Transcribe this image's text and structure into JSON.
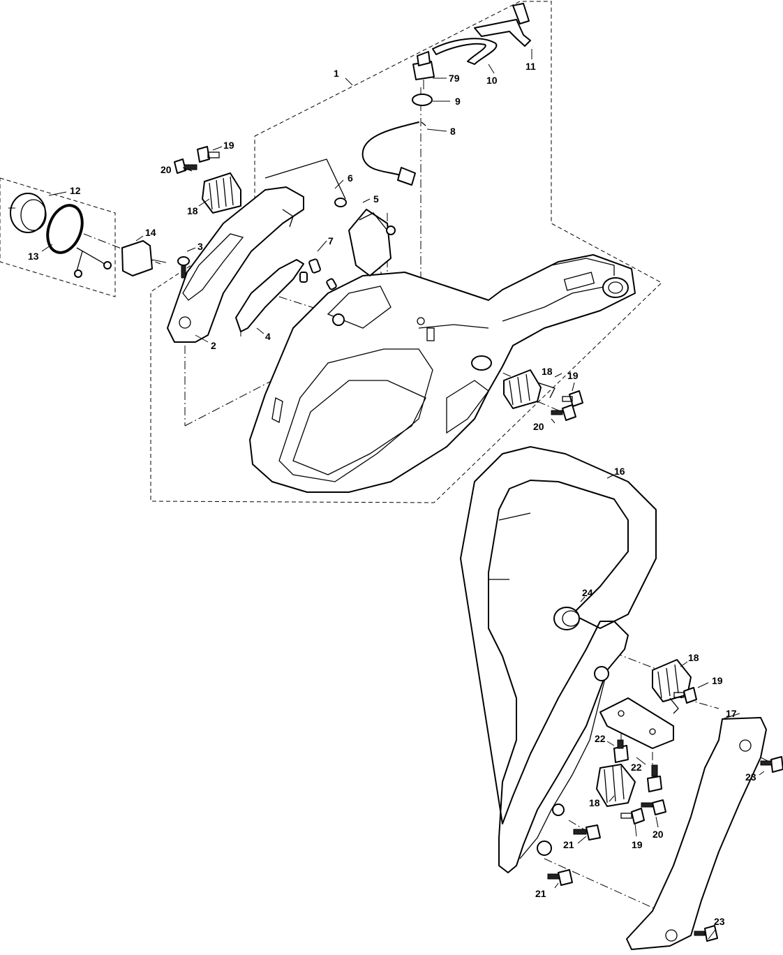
{
  "callouts": [
    "1",
    "2",
    "3",
    "4",
    "5",
    "6",
    "7",
    "8",
    "9",
    "10",
    "11",
    "12",
    "13",
    "14",
    "16",
    "17",
    "18",
    "19",
    "20",
    "21",
    "22",
    "23",
    "24",
    "79"
  ],
  "labels": {
    "p1": "1",
    "p2": "2",
    "p3": "3",
    "p4": "4",
    "p5": "5",
    "p6": "6",
    "p7": "7",
    "p8": "8",
    "p9": "9",
    "p10": "10",
    "p11": "11",
    "p12": "12",
    "p13": "13",
    "p14": "14",
    "p16": "16",
    "p17": "17",
    "p18": "18",
    "p19": "19",
    "p20": "20",
    "p21": "21",
    "p22": "22",
    "p23": "23",
    "p24": "24",
    "p79": "79"
  }
}
